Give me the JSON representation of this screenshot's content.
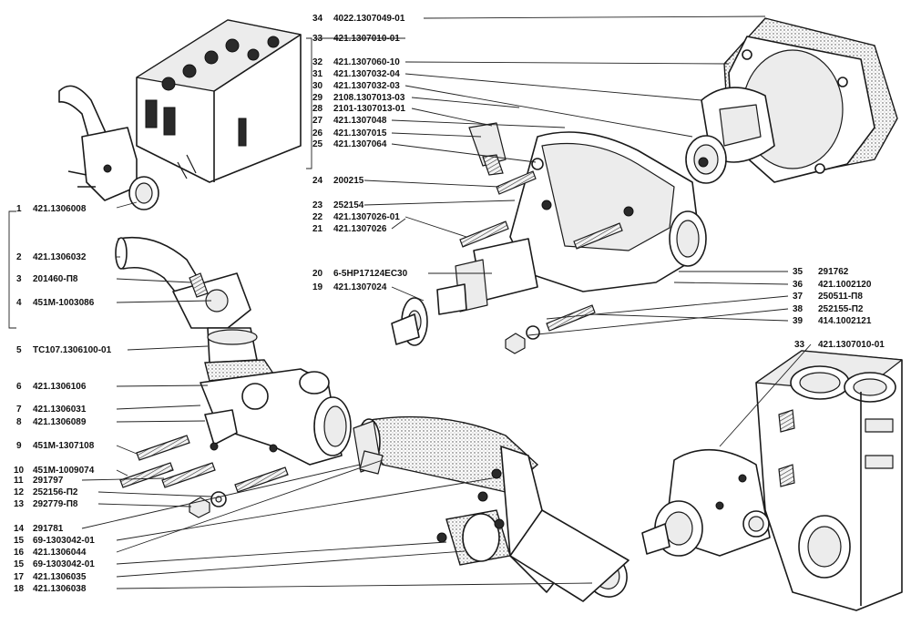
{
  "parts": [
    {
      "num": "1",
      "code": "421.1306008"
    },
    {
      "num": "2",
      "code": "421.1306032"
    },
    {
      "num": "3",
      "code": "201460-П8"
    },
    {
      "num": "4",
      "code": "451М-1003086"
    },
    {
      "num": "5",
      "code": "ТС107.1306100-01"
    },
    {
      "num": "6",
      "code": "421.1306106"
    },
    {
      "num": "7",
      "code": "421.1306031"
    },
    {
      "num": "8",
      "code": "421.1306089"
    },
    {
      "num": "9",
      "code": "451М-1307108"
    },
    {
      "num": "10",
      "code": "451М-1009074"
    },
    {
      "num": "11",
      "code": "291797"
    },
    {
      "num": "12",
      "code": "252156-П2"
    },
    {
      "num": "13",
      "code": "292779-П8"
    },
    {
      "num": "14",
      "code": "291781"
    },
    {
      "num": "15",
      "code": "69-1303042-01"
    },
    {
      "num": "16",
      "code": "421.1306044"
    },
    {
      "num": "15",
      "code": "69-1303042-01"
    },
    {
      "num": "17",
      "code": "421.1306035"
    },
    {
      "num": "18",
      "code": "421.1306038"
    },
    {
      "num": "19",
      "code": "421.1307024"
    },
    {
      "num": "20",
      "code": "6-5НР17124ЕС30"
    },
    {
      "num": "21",
      "code": "421.1307026"
    },
    {
      "num": "22",
      "code": "421.1307026-01"
    },
    {
      "num": "23",
      "code": "252154"
    },
    {
      "num": "24",
      "code": "200215"
    },
    {
      "num": "25",
      "code": "421.1307064"
    },
    {
      "num": "26",
      "code": "421.1307015"
    },
    {
      "num": "27",
      "code": "421.1307048"
    },
    {
      "num": "28",
      "code": "2101-1307013-01"
    },
    {
      "num": "29",
      "code": "2108.1307013-03"
    },
    {
      "num": "30",
      "code": "421.1307032-03"
    },
    {
      "num": "31",
      "code": "421.1307032-04"
    },
    {
      "num": "32",
      "code": "421.1307060-10"
    },
    {
      "num": "33",
      "code": "421.1307010-01"
    },
    {
      "num": "34",
      "code": "4022.1307049-01"
    },
    {
      "num": "35",
      "code": "291762"
    },
    {
      "num": "36",
      "code": "421.1002120"
    },
    {
      "num": "37",
      "code": "250511-П8"
    },
    {
      "num": "38",
      "code": "252155-П2"
    },
    {
      "num": "39",
      "code": "414.1002121"
    },
    {
      "num": "33",
      "code": "421.1307010-01"
    }
  ]
}
